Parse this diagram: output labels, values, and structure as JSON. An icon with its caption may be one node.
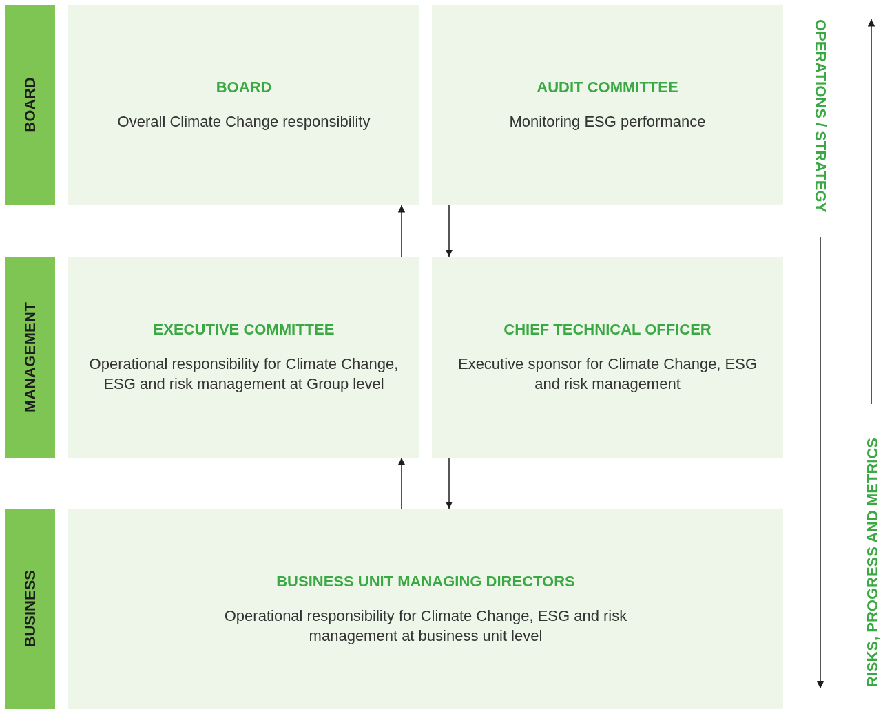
{
  "diagram": {
    "nodes": [
      {
        "text": [
          "BOARD"
        ]
      },
      {
        "text": [
          "BOARD",
          "Overall Climate Change responsibility"
        ]
      },
      {
        "text": [
          "AUDIT COMMITTEE",
          "Monitoring ESG performance"
        ]
      },
      {
        "text": [
          "MANAGEMENT"
        ]
      },
      {
        "text": [
          "EXECUTIVE COMMITTEE",
          "Operational responsibility for Climate Change, ESG and risk management at Group level"
        ]
      },
      {
        "text": [
          "CHIEF TECHNICAL OFFICER",
          "Executive sponsor for Climate Change, ESG and risk management"
        ]
      },
      {
        "text": [
          "BUSINESS"
        ]
      },
      {
        "text": [
          "BUSINESS UNIT MANAGING DIRECTORS",
          "Operational responsibility for Climate Change, ESG and risk management at business unit level"
        ]
      }
    ],
    "edges": [
      {
        "from": 4,
        "to": 1,
        "arrow": "to"
      },
      {
        "from": 2,
        "to": 5,
        "arrow": "to"
      },
      {
        "from": 7,
        "to": 4,
        "arrow": "to"
      },
      {
        "from": 5,
        "to": 7,
        "arrow": "to"
      }
    ],
    "labels": [
      "OPERATIONS / STRATEGY",
      "RISKS, PROGRESS AND METRICS"
    ]
  }
}
